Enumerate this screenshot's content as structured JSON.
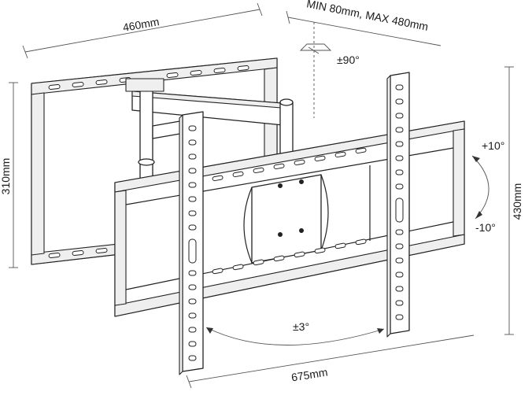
{
  "dimensions": {
    "wall_plate_width": "460mm",
    "arm_extension": "MIN 80mm, MAX 480mm",
    "wall_plate_height": "310mm",
    "bracket_height": "430mm",
    "bracket_width": "675mm"
  },
  "rotations": {
    "swivel": "±90°",
    "tilt_up": "+10°",
    "tilt_down": "-10°",
    "level": "±3°"
  },
  "colors": {
    "line": "#222222",
    "dimension_line": "#555555",
    "fill": "#ffffff",
    "shade": "#efefef"
  }
}
